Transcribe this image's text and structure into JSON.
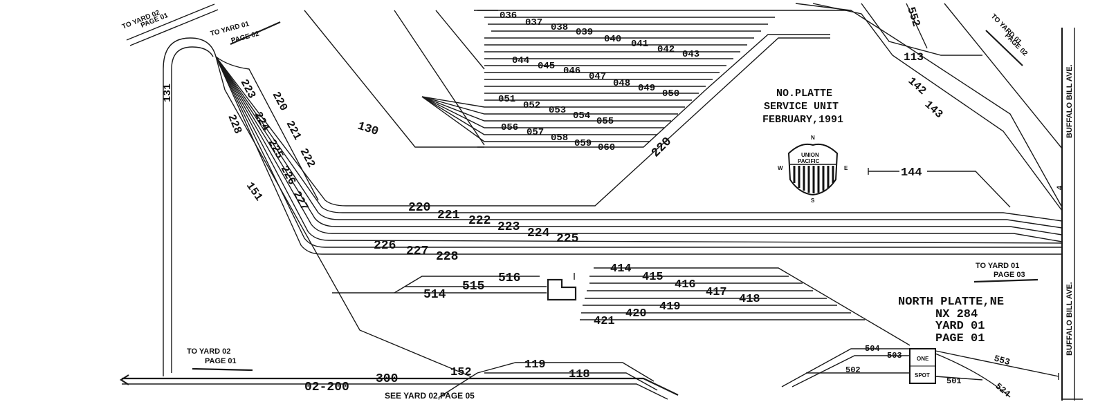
{
  "title_block": {
    "line1": "NO.PLATTE",
    "line2": "SERVICE UNIT",
    "line3": "FEBRUARY,1991"
  },
  "location_block": {
    "line1": "NORTH PLATTE,NE",
    "line2": "NX 284",
    "line3": "YARD 01",
    "line4": "PAGE 01"
  },
  "compass": {
    "n": "N",
    "s": "S",
    "e": "E",
    "w": "W",
    "shield_text1": "UNION",
    "shield_text2": "PACIFIC"
  },
  "street": "BUFFALO BILL AVE.",
  "street_number": "4",
  "cross_refs": {
    "top_left_yard02": [
      "TO YARD 02",
      "PAGE 01"
    ],
    "top_left_yard01": [
      "TO YARD 01",
      "PAGE 02"
    ],
    "top_right_yard01": [
      "TO YARD 01",
      "PAGE 02"
    ],
    "right_yard01": [
      "TO YARD 01",
      "PAGE 03"
    ],
    "bottom_left_yard02": [
      "TO YARD 02",
      "PAGE 01"
    ],
    "bottom_see": "SEE YARD 02,PAGE 05"
  },
  "spot_box": {
    "line1": "ONE",
    "line2": "SPOT"
  },
  "tracks": {
    "upper_fan_row1": [
      "036",
      "037",
      "038",
      "039",
      "040",
      "041",
      "042",
      "043"
    ],
    "upper_fan_row2": [
      "044",
      "045",
      "046",
      "047",
      "048",
      "049",
      "050"
    ],
    "upper_fan_row3": [
      "051",
      "052",
      "053",
      "054",
      "055"
    ],
    "upper_fan_row4": [
      "056",
      "057",
      "058",
      "059",
      "060"
    ],
    "diag_left": [
      "223",
      "224",
      "225",
      "226",
      "227"
    ],
    "diag_right": [
      "220",
      "221",
      "222"
    ],
    "t228": "228",
    "t131": "131",
    "t130": "130",
    "t151": "151",
    "t220_diag": "220",
    "t552": "552",
    "t113": "113",
    "t142": "142",
    "t143": "143",
    "t144": "144",
    "long_row": [
      "220",
      "221",
      "222",
      "223",
      "224",
      "225"
    ],
    "long_row2": [
      "226",
      "227",
      "228"
    ],
    "mid_left": [
      "514",
      "515",
      "516"
    ],
    "mid_right": [
      "414",
      "415",
      "416",
      "417",
      "418"
    ],
    "mid_right2": [
      "421",
      "420",
      "419"
    ],
    "bottom": [
      "02-200",
      "300",
      "152",
      "119",
      "118"
    ],
    "spot_tracks": [
      "504",
      "503",
      "502",
      "501",
      "553",
      "524"
    ]
  }
}
